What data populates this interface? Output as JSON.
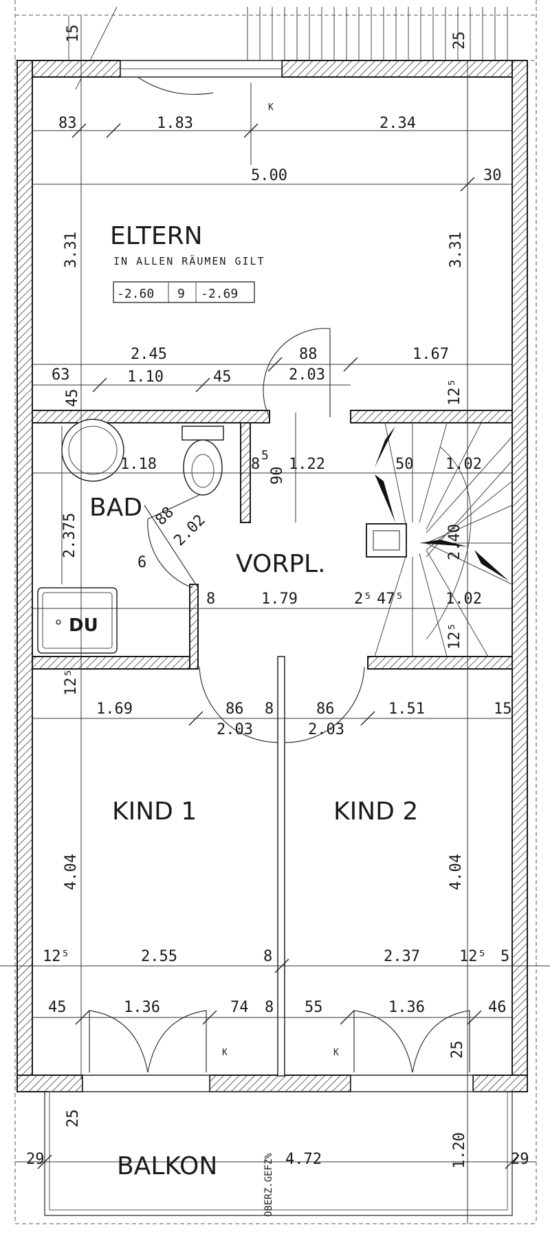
{
  "rooms": {
    "eltern": "ELTERN",
    "bad": "BAD",
    "du": "DU",
    "vorpl": "VORPL.",
    "kind1": "KIND 1",
    "kind2": "KIND 2",
    "balkon": "BALKON"
  },
  "notes": {
    "in_allen_raeumen": "IN ALLEN RÄUMEN GILT",
    "height_a": "-2.60",
    "height_mid": "9",
    "height_b": "-2.69",
    "k": "K",
    "oberz": "OBERZ.GEFZ%"
  },
  "dims": {
    "top_15": "15",
    "top_25": "25",
    "d83": "83",
    "d183": "1.83",
    "d234": "2.34",
    "d500": "5.00",
    "d30": "30",
    "d331_left": "3.31",
    "d331_right": "3.31",
    "d245": "2.45",
    "d88_top": "88",
    "d203_top": "2.03",
    "d167": "1.67",
    "d63": "63",
    "d110": "1.10",
    "d45_a": "45",
    "d45_b": "45",
    "d125_stair_top": "12⁵",
    "d118": "1.18",
    "d8_bad": "8",
    "d5_bad": "5",
    "d90": "90",
    "d122": "1.22",
    "d50": "50",
    "d102_a": "1.02",
    "d2375": "2.375",
    "d88_bad": "88",
    "d202": "2.02",
    "d240": "2.40",
    "d6": "6",
    "d8_b": "8",
    "d179": "1.79",
    "d2_5": "2⁵",
    "d47_5": "47⁵",
    "d102_b": "1.02",
    "d125_left": "12⁵",
    "d125_stair_bot": "12⁵",
    "d169": "1.69",
    "d86_a": "86",
    "d8_c": "8",
    "d86_b": "86",
    "d151": "1.51",
    "d15": "15",
    "d203_a": "2.03",
    "d203_b": "2.03",
    "d404_left": "4.04",
    "d404_right": "4.04",
    "d125_bl": "12⁵",
    "d255": "2.55",
    "d8_d": "8",
    "d237": "2.37",
    "d125_br": "12⁵",
    "d5_br": "5",
    "d45_c": "45",
    "d136_a": "1.36",
    "d74": "74",
    "d8_e": "8",
    "d55": "55",
    "d136_b": "1.36",
    "d46": "46",
    "d25_win": "25",
    "d25_bal": "25",
    "d120": "1.20",
    "d29_a": "29",
    "d472": "4.72",
    "d29_b": "29"
  }
}
